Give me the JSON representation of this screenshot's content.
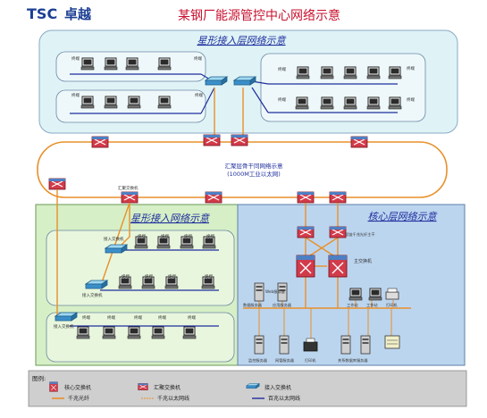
{
  "header": {
    "logo_tsc": "TSC",
    "logo_cn": "卓越",
    "title": "某钢厂能源管控中心网络示意"
  },
  "zones": {
    "star_top_title": "星形接入层网络示意",
    "star_left_title": "星形接入网络示意",
    "core_title": "核心层网络示意"
  },
  "ring": {
    "label_line1": "汇聚层骨干同网络示意",
    "label_line2": "(1000M工业以太网)"
  },
  "labels": {
    "terminal": "终端",
    "agg_switch": "汇聚交换机",
    "access_switch": "接入交换机",
    "main_switch": "主交换机",
    "dual_link_note": "双链千兆光纤主干",
    "srv_data": "数据服务器",
    "srv_app": "应用服务器",
    "srv_web": "Web服务器",
    "srv_monitor": "监控服务器",
    "srv_network": "网管服务器",
    "printer": "打印机",
    "srv_db": "关系数据库服务器",
    "workstation": "工作站"
  },
  "legend": {
    "title": "图例:",
    "items": [
      {
        "label": "核心交换机"
      },
      {
        "label": "汇聚交换机"
      },
      {
        "label": "接入交换机"
      }
    ],
    "lines": [
      {
        "label": "千兆光纤",
        "color": "#e8902a"
      },
      {
        "label": "千兆以太网线",
        "color": "#e8902a"
      },
      {
        "label": "百兆以太网线",
        "color": "#1f2f9e"
      }
    ]
  },
  "colors": {
    "title_red": "#c8102e",
    "logo_blue": "#1c3f94",
    "fiber_orange": "#e8902a",
    "lan_blue": "#1f2f9e",
    "zone_cyan": "#dff3f6",
    "zone_green": "#d6efc6",
    "zone_blue": "#bcd5ef"
  }
}
